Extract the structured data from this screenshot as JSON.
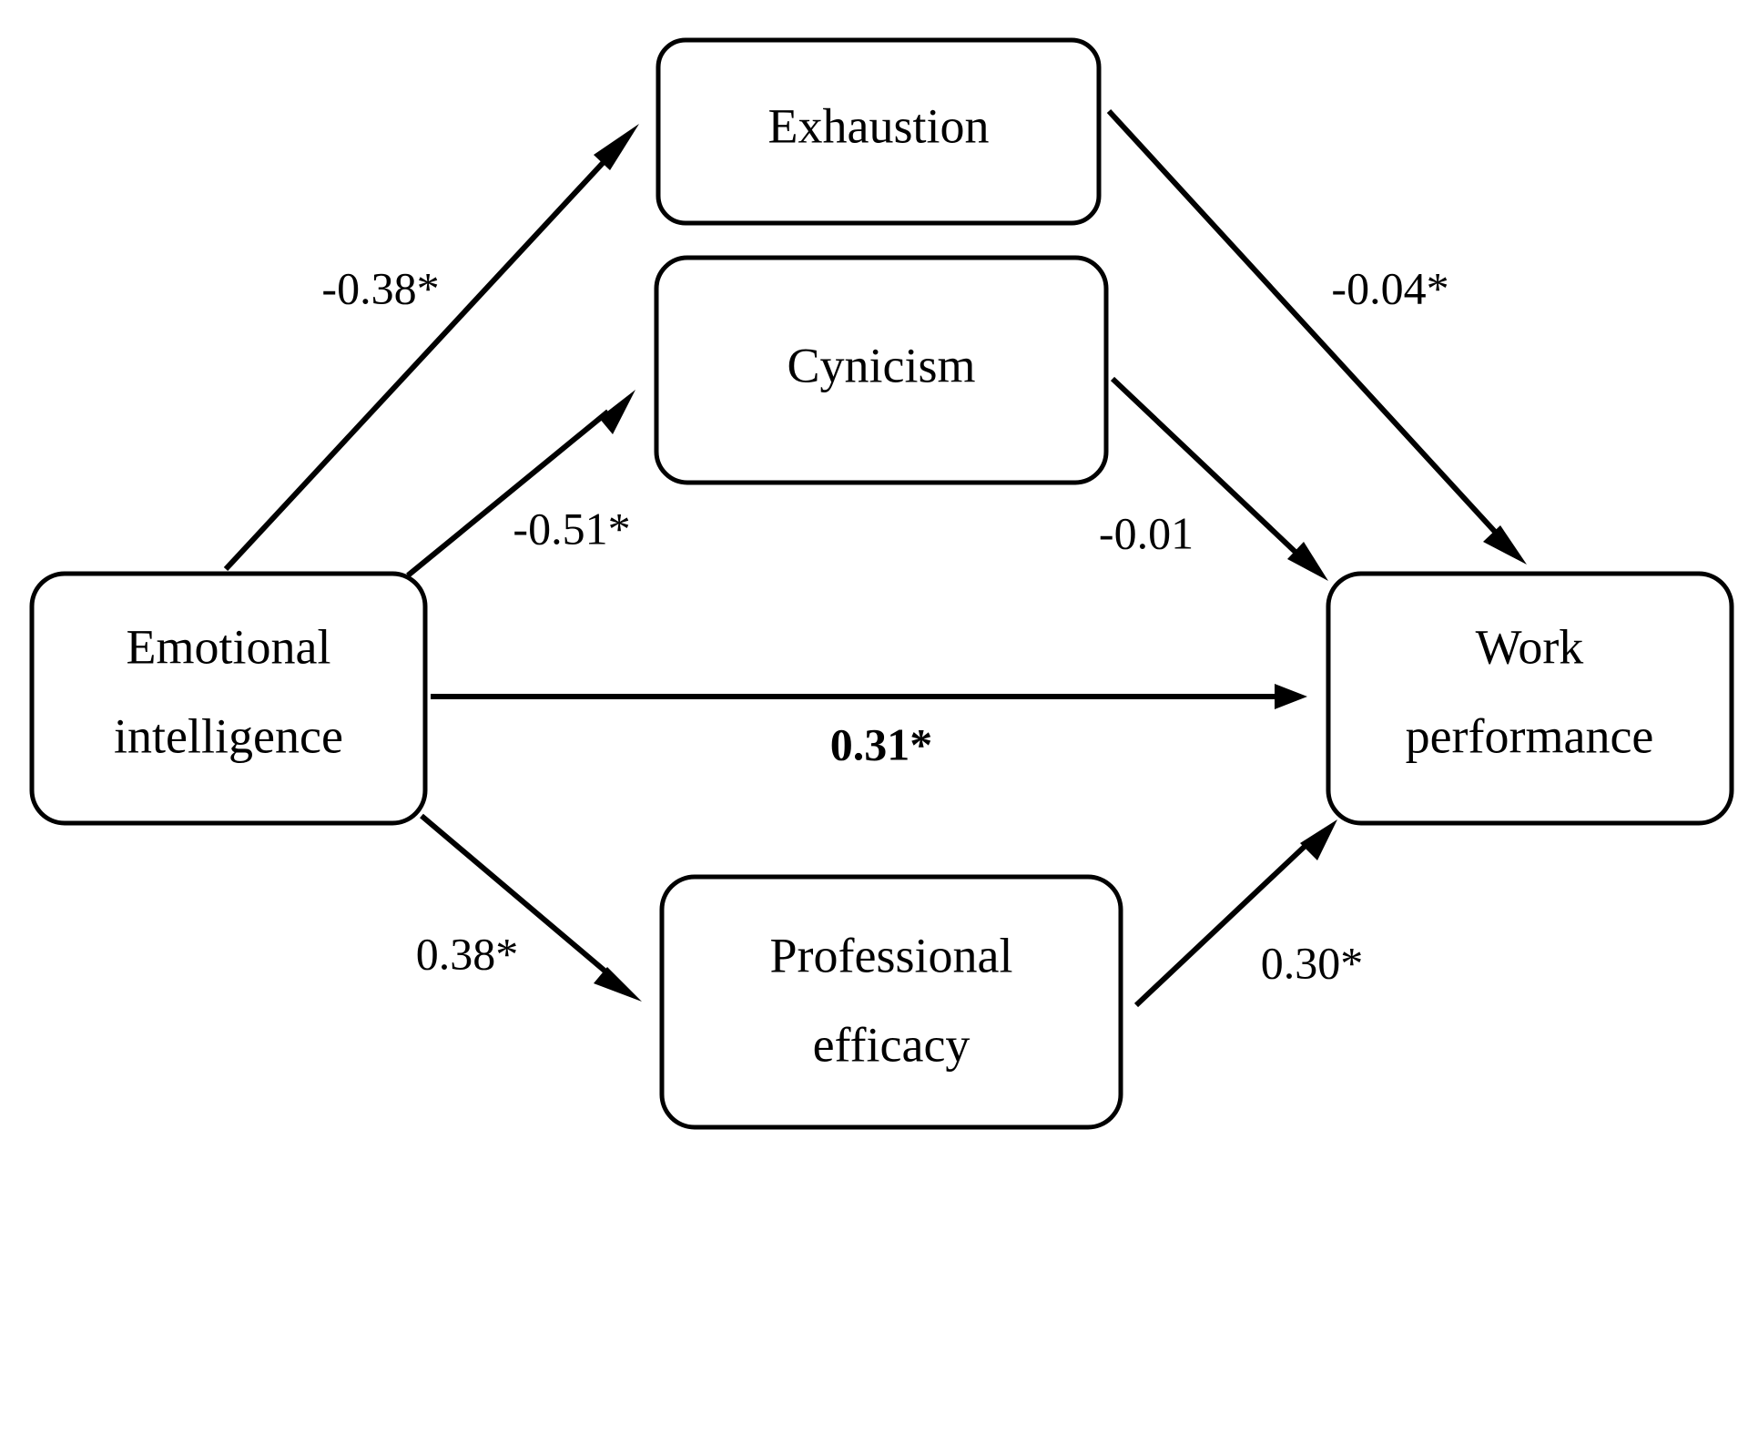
{
  "nodes": {
    "emotional_intelligence": {
      "line1": "Emotional",
      "line2": "intelligence"
    },
    "exhaustion": {
      "label": "Exhaustion"
    },
    "cynicism": {
      "label": "Cynicism"
    },
    "professional_efficacy": {
      "line1": "Professional",
      "line2": "efficacy"
    },
    "work_performance": {
      "line1": "Work",
      "line2": "performance"
    }
  },
  "edges": {
    "ei_to_exhaustion": {
      "coefficient": "-0.38*"
    },
    "ei_to_cynicism": {
      "coefficient": "-0.51*"
    },
    "ei_to_efficacy": {
      "coefficient": "0.38*"
    },
    "ei_to_performance": {
      "coefficient": "0.31*"
    },
    "exhaustion_to_performance": {
      "coefficient": "-0.04*"
    },
    "cynicism_to_performance": {
      "coefficient": "-0.01"
    },
    "efficacy_to_performance": {
      "coefficient": "0.30*"
    }
  }
}
